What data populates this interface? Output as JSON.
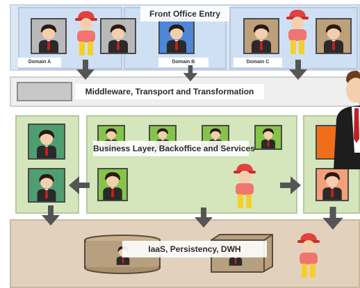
{
  "front_office": {
    "title": "Front Office Entry",
    "domains": [
      {
        "label": "Domain A"
      },
      {
        "label": "Domain B"
      },
      {
        "label": "Domain C"
      }
    ]
  },
  "middleware": {
    "title": "Middleware, Transport and Transformation"
  },
  "business": {
    "title": "Business Layer, Backoffice and Services"
  },
  "persistence": {
    "title": "IaaS, Persistency, DWH"
  },
  "colors": {
    "front_office_bg": "#dce7f4",
    "middleware_bg": "#efefef",
    "business_bg": "#d5e6bd",
    "persistence_bg": "#e2d2bd",
    "arrow": "#555555",
    "accent_orange": "#f26d1b"
  },
  "icons": [
    "user-icon",
    "arrow-down-icon",
    "arrow-left-icon",
    "arrow-right-icon",
    "database-icon",
    "server-box-icon",
    "businessman-icon"
  ]
}
